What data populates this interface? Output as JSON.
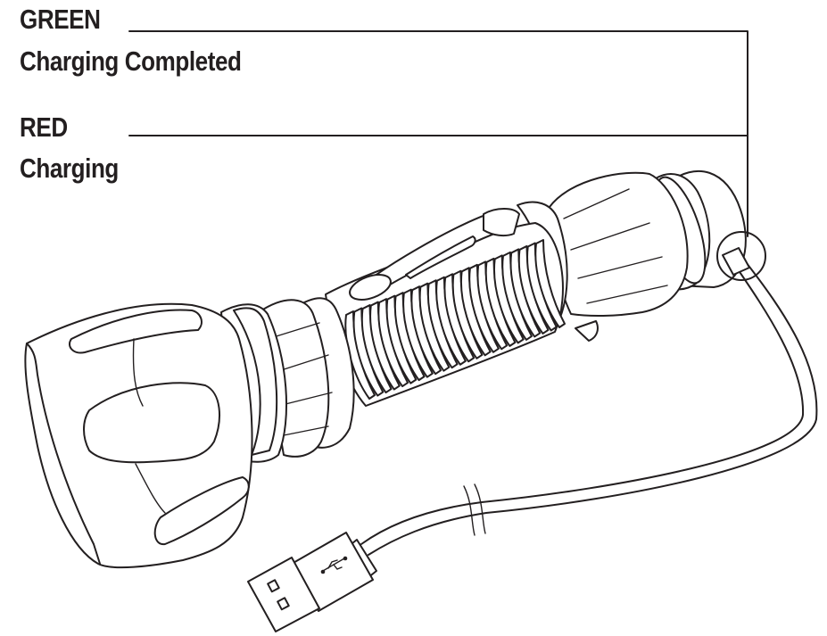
{
  "legend": {
    "green_label": "GREEN",
    "green_desc": "Charging Completed",
    "red_label": "RED",
    "red_desc": "Charging"
  },
  "colors": {
    "ink": "#231f20",
    "background": "#ffffff"
  },
  "icons": {
    "usb_symbol": "usb-icon"
  }
}
